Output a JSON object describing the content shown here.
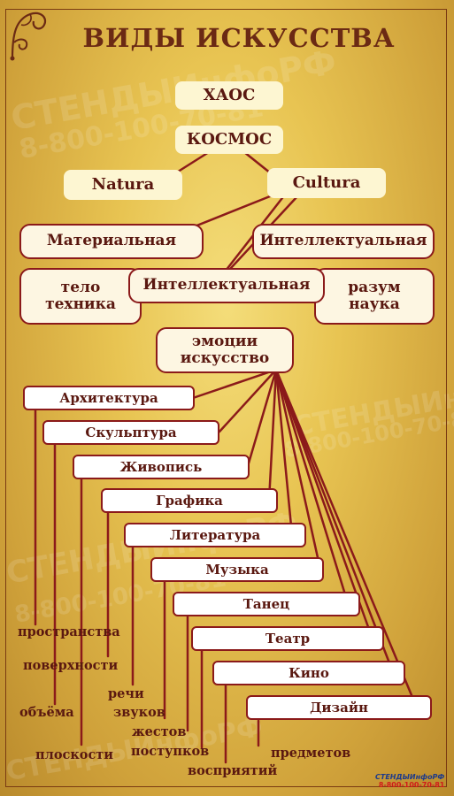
{
  "title": "ВИДЫ ИСКУССТВА",
  "chain": {
    "chaos": "ХАОС",
    "cosmos": "КОСМОС",
    "natura": "Natura",
    "cultura": "Cultura"
  },
  "culture_types": {
    "material": "Материальная",
    "intellectual_right": "Интеллектуальная",
    "intellectual_center": "Интеллектуальная",
    "body_tech": "тело\nтехника",
    "mind_science": "разум\nнаука"
  },
  "art_emotions": "эмоции\nискусство",
  "art_forms": [
    {
      "name": "Архитектура",
      "medium": "пространства"
    },
    {
      "name": "Скульптура",
      "medium": "объёма"
    },
    {
      "name": "Живопись",
      "medium": "плоскости"
    },
    {
      "name": "Графика",
      "medium": "поверхности"
    },
    {
      "name": "Литература",
      "medium": "речи"
    },
    {
      "name": "Музыка",
      "medium": "звуков"
    },
    {
      "name": "Танец",
      "medium": "жестов"
    },
    {
      "name": "Театр",
      "medium": "поступков"
    },
    {
      "name": "Кино",
      "medium": "восприятий"
    },
    {
      "name": "Дизайн",
      "medium": "предметов"
    }
  ],
  "watermark": {
    "brand": "СТЕНДЫИнфоРФ",
    "phone": "8-800-100-70-81"
  },
  "publisher_logo": {
    "name": "СТЕНДЫИнфоРФ",
    "phone": "8-800-100-70-81"
  },
  "colors": {
    "background": "#e8c452",
    "title": "#6b2a14",
    "line": "#8b1a1a",
    "box_fill": "#fdf6d2"
  }
}
